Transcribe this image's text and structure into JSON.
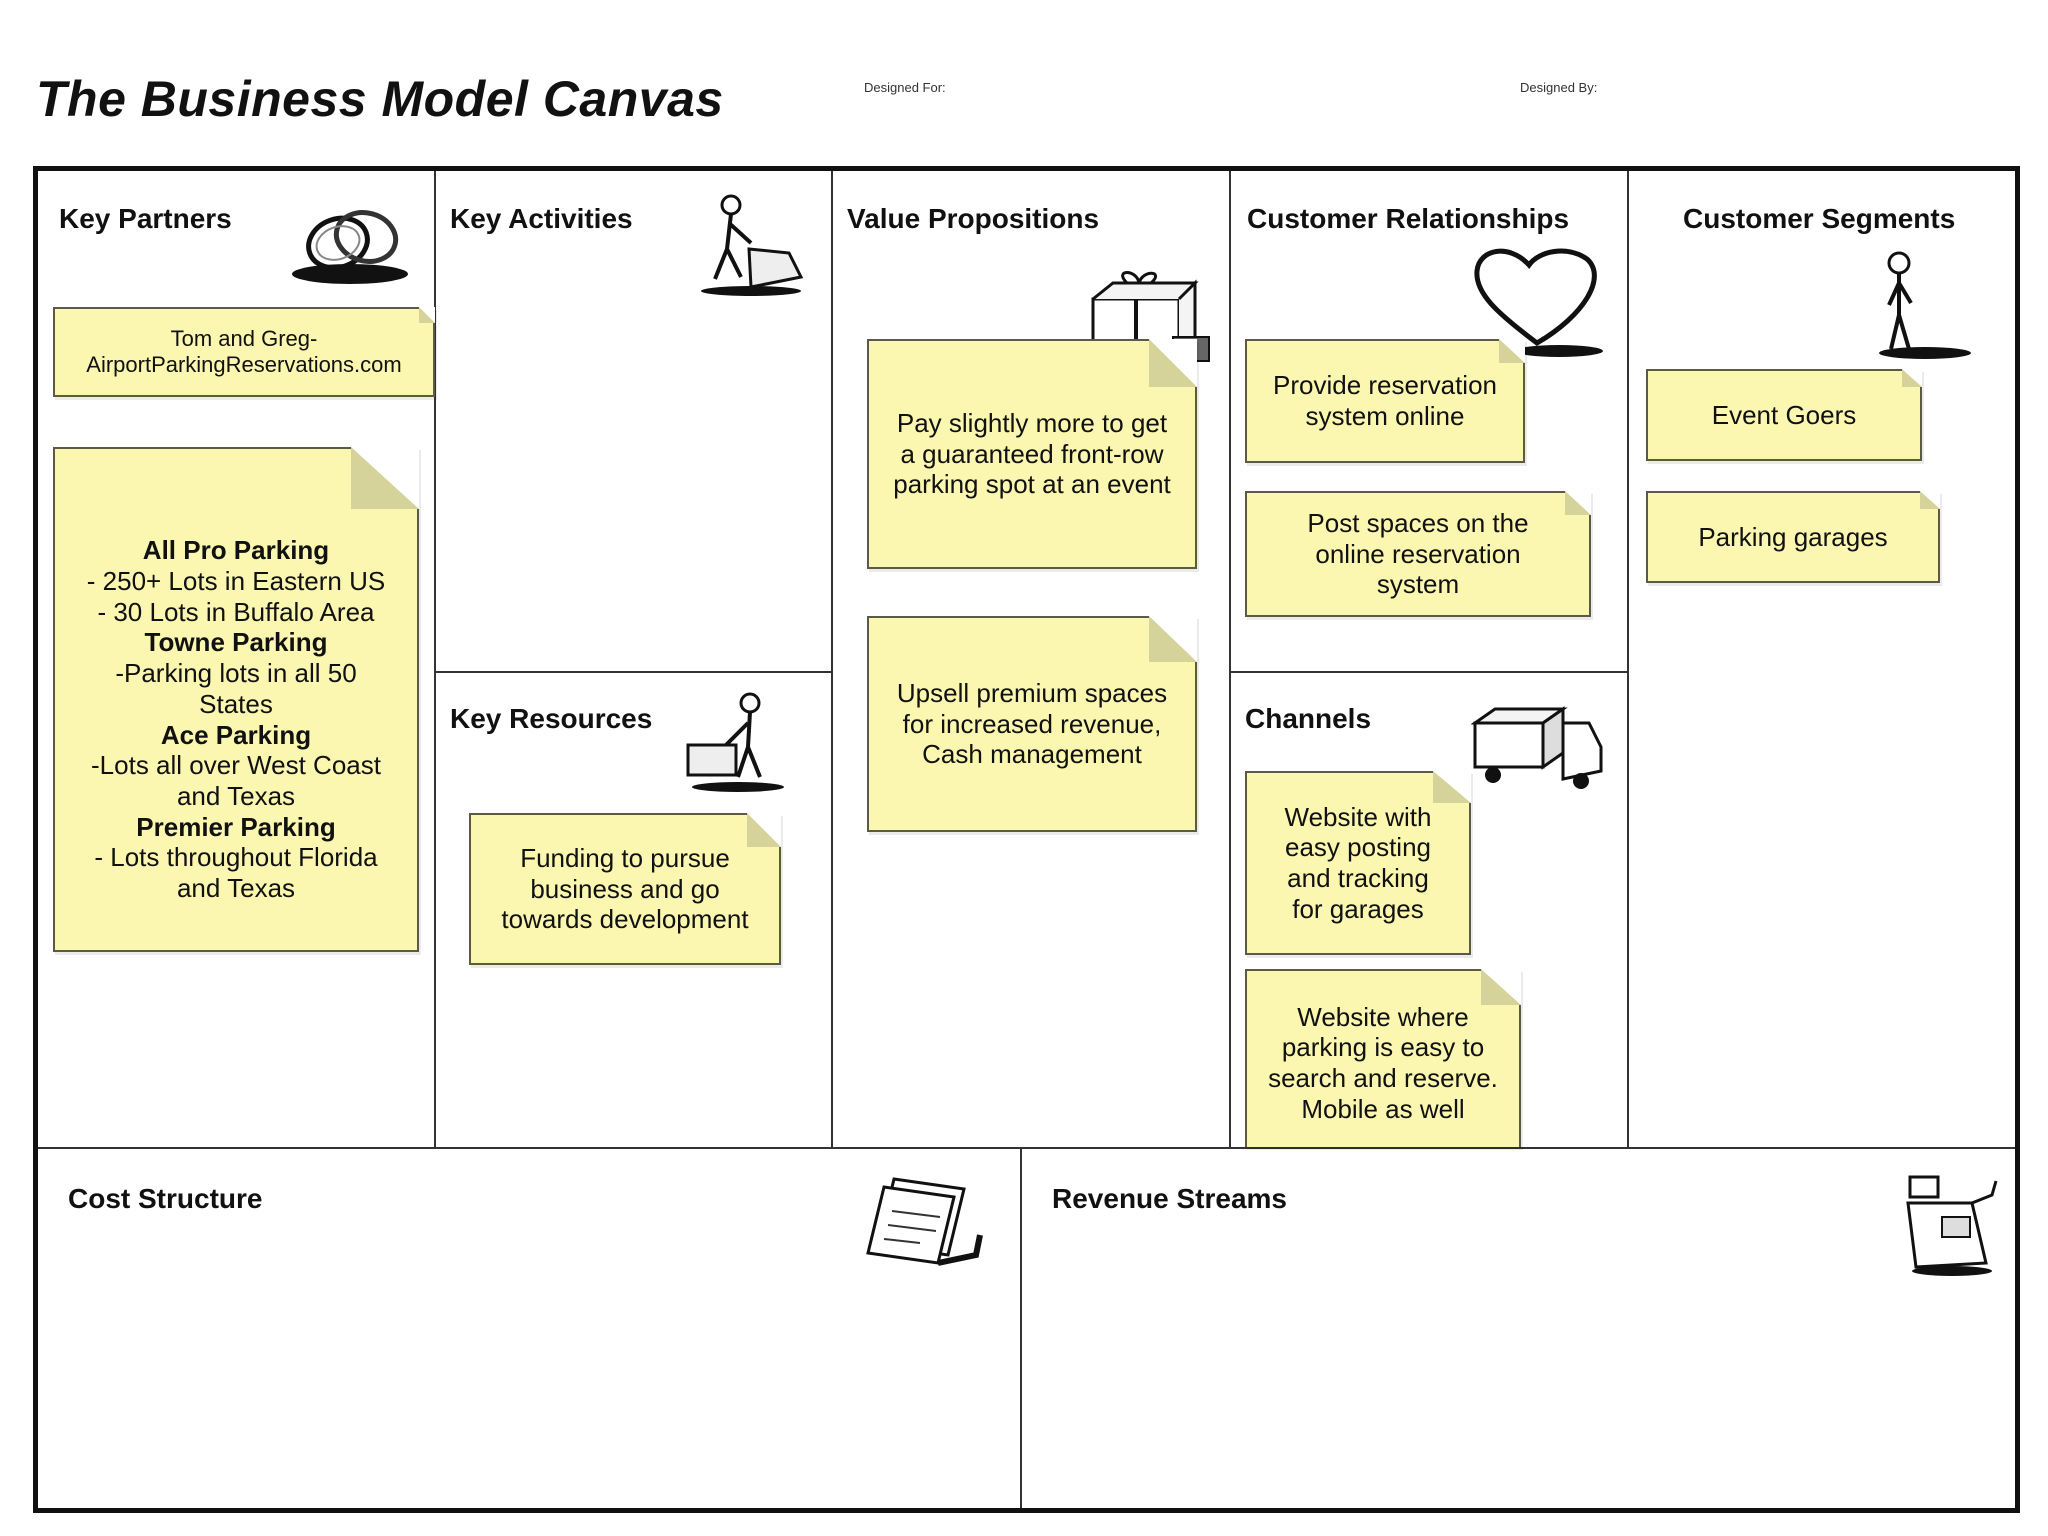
{
  "header": {
    "title": "The Business Model Canvas",
    "designed_for_label": "Designed For:",
    "designed_by_label": "Designed By:"
  },
  "blocks": {
    "key_partners": {
      "title": "Key Partners",
      "icon": "rings-icon"
    },
    "key_activities": {
      "title": "Key Activities",
      "icon": "person-working-icon"
    },
    "key_resources": {
      "title": "Key Resources",
      "icon": "person-with-cart-icon"
    },
    "value_propositions": {
      "title": "Value Propositions",
      "icon": "gift-icon"
    },
    "customer_relationships": {
      "title": "Customer Relationships",
      "icon": "heart-icon"
    },
    "channels": {
      "title": "Channels",
      "icon": "truck-icon"
    },
    "customer_segments": {
      "title": "Customer Segments",
      "icon": "person-standing-icon"
    },
    "cost_structure": {
      "title": "Cost Structure",
      "icon": "receipt-icon"
    },
    "revenue_streams": {
      "title": "Revenue Streams",
      "icon": "cash-register-icon"
    }
  },
  "notes": {
    "kp_1": "Tom and Greg- AirportParkingReservations.com",
    "kp_2": {
      "h1": "All Pro Parking",
      "t1": "- 250+ Lots in Eastern US",
      "t2": "- 30 Lots in Buffalo Area",
      "h2": "Towne Parking",
      "t3": "-Parking lots in all 50 States",
      "h3": "Ace Parking",
      "t4": "-Lots all over West Coast and Texas",
      "h4": "Premier Parking",
      "t5": "- Lots throughout Florida and Texas"
    },
    "kr_1": "Funding to pursue business and go towards development",
    "vp_1": "Pay slightly more to get a guaranteed front-row parking spot at an event",
    "vp_2": "Upsell premium spaces for increased revenue, Cash management",
    "cr_1": "Provide reservation system online",
    "cr_2": "Post spaces on the online reservation system",
    "ch_1": "Website with easy posting and tracking for garages",
    "ch_2": "Website where parking is easy to search and reserve. Mobile as well",
    "cs_1": "Event Goers",
    "cs_2": "Parking garages"
  },
  "colors": {
    "note_fill": "#fbf7b0",
    "note_border": "#5a5a45",
    "grid_line": "#333333"
  }
}
